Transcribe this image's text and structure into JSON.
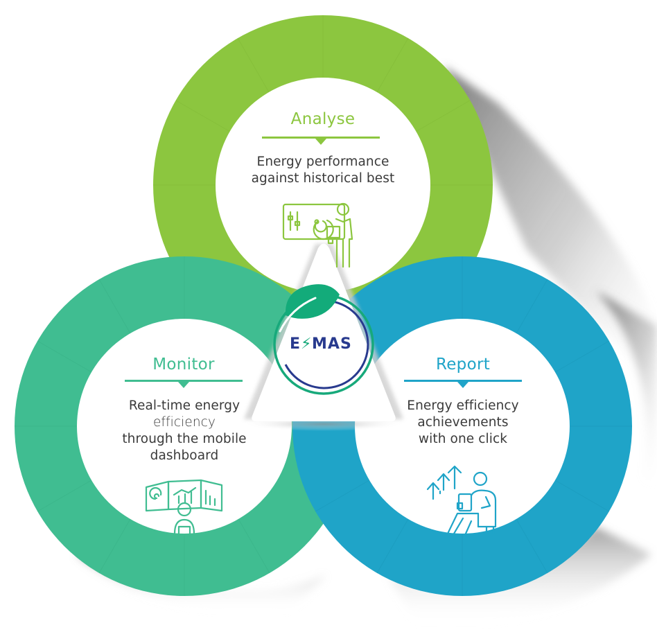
{
  "logo": {
    "text_left": "E",
    "text_right": "MAS",
    "bolt_icon": "lightning-bolt-icon",
    "leaf_icon": "leaf-icon",
    "colors": {
      "leaf": "#13ab7a",
      "ring_outer": "#17a97b",
      "ring_inner": "#283a8e",
      "text": "#283a8e"
    }
  },
  "sections": [
    {
      "id": "analyse",
      "heading": "Analyse",
      "description": [
        "Energy performance",
        "against historical best"
      ],
      "icon": "presenter-whiteboard-icon",
      "color": "#8cc63f"
    },
    {
      "id": "monitor",
      "heading": "Monitor",
      "description": [
        "Real-time energy",
        "efficiency",
        "through the mobile",
        "dashboard"
      ],
      "icon": "dashboard-monitor-user-icon",
      "color": "#40bd91"
    },
    {
      "id": "report",
      "heading": "Report",
      "description": [
        "Energy efficiency",
        "achievements",
        "with one click"
      ],
      "icon": "growth-arrows-reader-icon",
      "color": "#1fa4c8"
    }
  ],
  "text_color": "#3a3a3a"
}
